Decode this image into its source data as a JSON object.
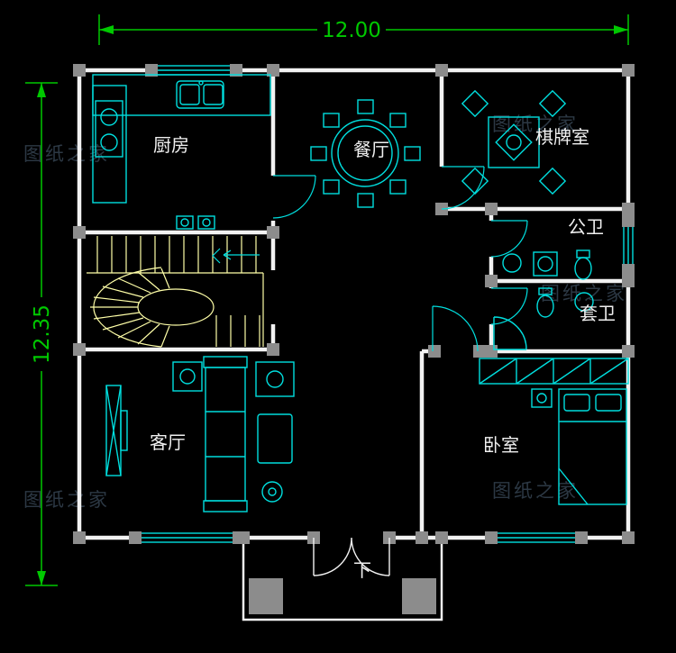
{
  "dimensions": {
    "width": "12.00",
    "height": "12.35"
  },
  "rooms": {
    "kitchen": "厨房",
    "dining": "餐厅",
    "chess": "棋牌室",
    "public_bath": "公卫",
    "ensuite_bath": "套卫",
    "living": "客厅",
    "bedroom": "卧室",
    "entrance": "下"
  },
  "watermark": "图纸之家",
  "colors": {
    "background": "#000000",
    "wall": "#f2f2f2",
    "furniture": "#00dede",
    "stairs": "#ffffa8",
    "dimension": "#00c800",
    "column": "#8c8c8c",
    "watermark": "#51677d",
    "label": "#f0f0f0"
  }
}
